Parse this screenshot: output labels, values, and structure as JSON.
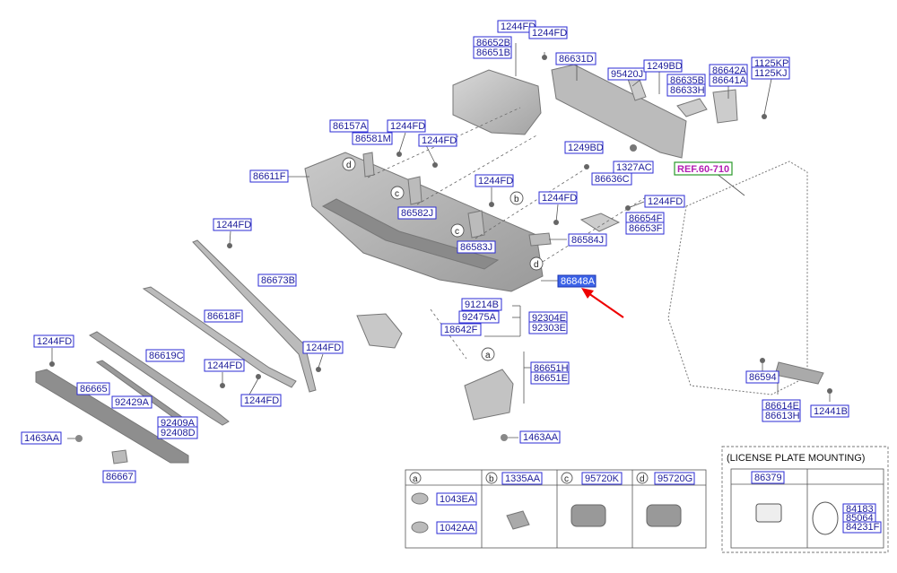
{
  "labels": {
    "p1244fd_a": "1244FD",
    "p1244fd_b": "1244FD",
    "p86652b": "86652B",
    "p86651b": "86651B",
    "p86631d": "86631D",
    "p95420j": "95420J",
    "p1249bd_a": "1249BD",
    "p86635b": "86635B",
    "p86633h": "86633H",
    "p86642a": "86642A",
    "p86641a": "86641A",
    "p1125kp": "1125KP",
    "p1125kj": "1125KJ",
    "p86157a": "86157A",
    "p1244fd_c": "1244FD",
    "p86581m": "86581M",
    "p1244fd_d": "1244FD",
    "p1249bd_b": "1249BD",
    "p1327ac": "1327AC",
    "p86636c": "86636C",
    "p86611f": "86611F",
    "p1244fd_e": "1244FD",
    "p86582j": "86582J",
    "p1244fd_f": "1244FD",
    "p1244fd_g": "1244FD",
    "p86654f": "86654F",
    "p86653f": "86653F",
    "p86583j": "86583J",
    "p86584j": "86584J",
    "p1244fd_h": "1244FD",
    "p86673b": "86673B",
    "p86848a": "86848A",
    "p91214b": "91214B",
    "p92475a": "92475A",
    "p92304e": "92304E",
    "p92303e": "92303E",
    "p18642f": "18642F",
    "p86618f": "86618F",
    "p1244fd_i": "1244FD",
    "p1244fd_j": "1244FD",
    "p86619c": "86619C",
    "p1244fd_k": "1244FD",
    "p86665": "86665",
    "p92429a": "92429A",
    "p1244fd_l": "1244FD",
    "p92409a": "92409A",
    "p92408d": "92408D",
    "p1463aa_a": "1463AA",
    "p86651h": "86651H",
    "p86651e": "86651E",
    "p1463aa_b": "1463AA",
    "p86667": "86667",
    "p86594": "86594",
    "p86614e": "86614E",
    "p86613h": "86613H",
    "p12441b": "12441B",
    "ref": "REF.60-710"
  },
  "circles": {
    "a": "a",
    "b": "b",
    "c": "c",
    "d": "d"
  },
  "table": {
    "col_a": "a",
    "col_b": "b",
    "col_c": "c",
    "col_d": "d",
    "b_part": "1335AA",
    "c_part": "95720K",
    "d_part": "95720G",
    "a_part1": "1043EA",
    "a_part2": "1042AA"
  },
  "license": {
    "title": "(LICENSE PLATE MOUNTING)",
    "part1": "86379",
    "part2a": "84183",
    "part2b": "85064",
    "part2c": "84231F"
  }
}
